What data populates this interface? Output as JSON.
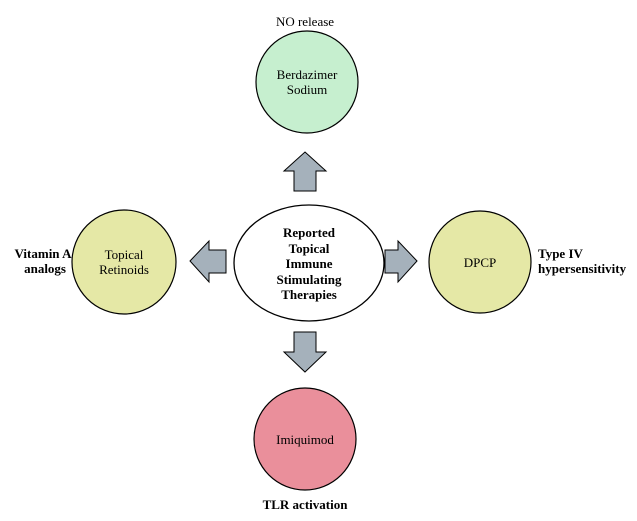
{
  "center": {
    "lines": [
      "Reported",
      "Topical",
      "Immune",
      "Stimulating",
      "Therapies"
    ]
  },
  "nodes": {
    "top": {
      "lines": [
        "Berdazimer",
        "Sodium"
      ],
      "mechanism": "NO release",
      "fill": "#c6efcf"
    },
    "left": {
      "lines": [
        "Topical",
        "Retinoids"
      ],
      "mechanism_lines": [
        "Vitamin A",
        "analogs"
      ],
      "fill": "#e5e8a6"
    },
    "right": {
      "lines": [
        "DPCP"
      ],
      "mechanism_lines": [
        "Type IV",
        "hypersensitivity"
      ],
      "fill": "#e5e8a6"
    },
    "bottom": {
      "lines": [
        "Imiquimod"
      ],
      "mechanism": "TLR activation",
      "fill": "#ea8f9b"
    }
  },
  "colors": {
    "arrow_fill": "#a5b1bb",
    "stroke": "#000000"
  }
}
